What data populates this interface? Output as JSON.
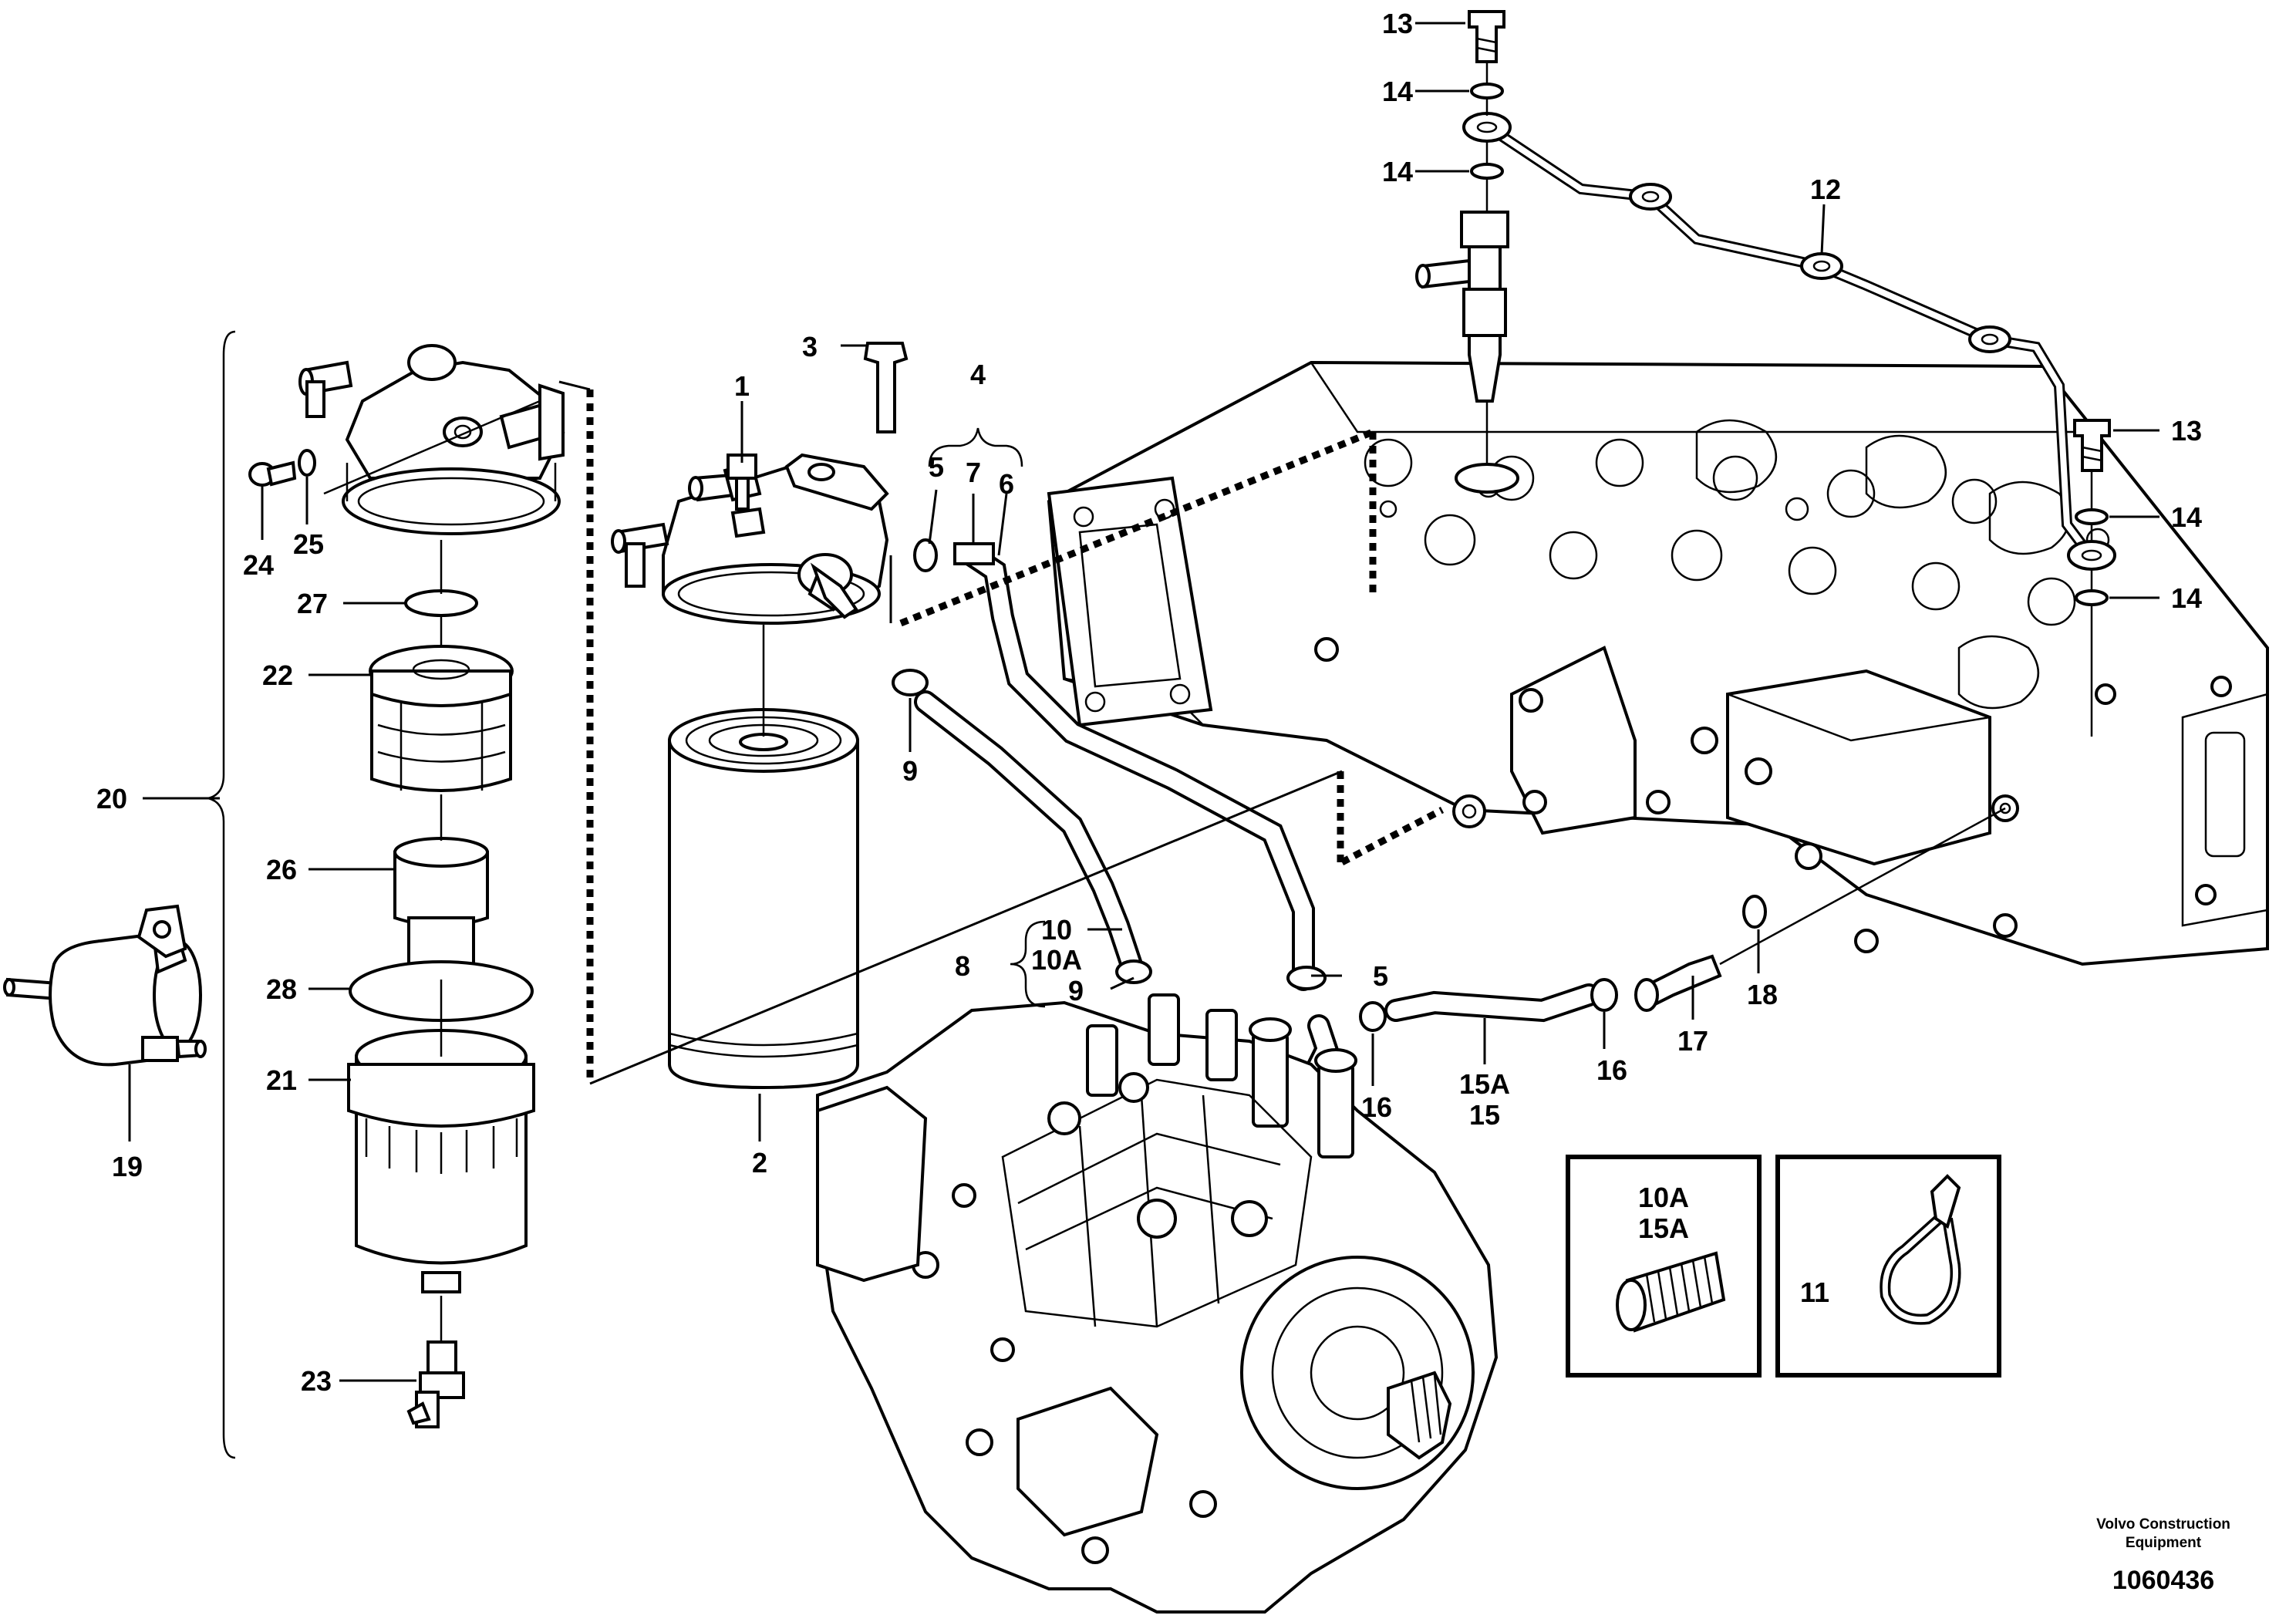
{
  "callouts": {
    "c1": "1",
    "c2": "2",
    "c3": "3",
    "c4": "4",
    "c5a": "5",
    "c5b": "5",
    "c6": "6",
    "c7": "7",
    "c8": "8",
    "c9a": "9",
    "c9b": "9",
    "c10": "10",
    "c10A": "10A",
    "c11": "11",
    "c12": "12",
    "c13a": "13",
    "c13b": "13",
    "c14a": "14",
    "c14b": "14",
    "c14c": "14",
    "c14d": "14",
    "c15A": "15A",
    "c15": "15",
    "c16a": "16",
    "c16b": "16",
    "c17": "17",
    "c18": "18",
    "c19": "19",
    "c20": "20",
    "c21": "21",
    "c22": "22",
    "c23": "23",
    "c24": "24",
    "c25": "25",
    "c26": "26",
    "c27": "27",
    "c28": "28"
  },
  "insets": {
    "hose_detail": {
      "line1": "10A",
      "line2": "15A"
    },
    "clip_detail": {
      "label": "11"
    }
  },
  "footer": {
    "brand_line1": "Volvo Construction",
    "brand_line2": "Equipment",
    "doc_number": "1060436"
  }
}
